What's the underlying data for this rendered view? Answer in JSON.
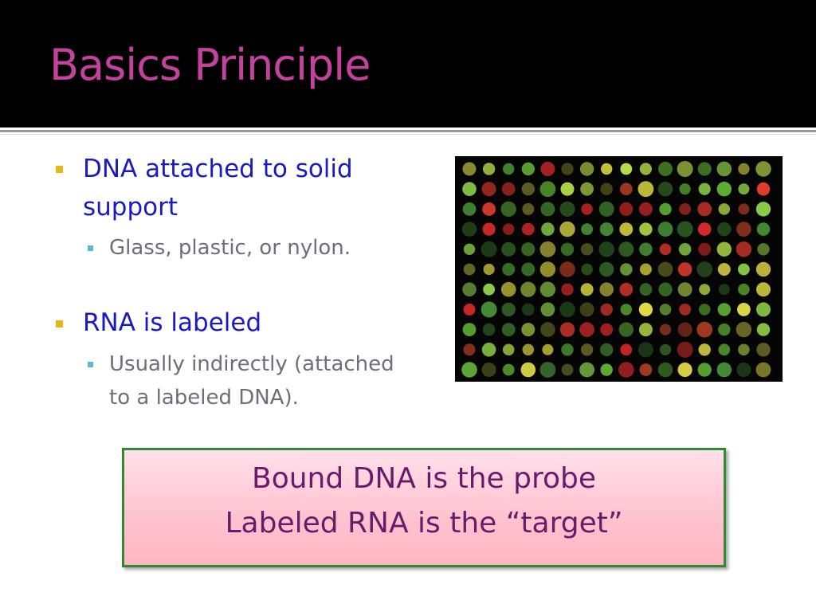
{
  "slide": {
    "title": "Basics Principle"
  },
  "bullets": [
    {
      "text_line1": "DNA attached to solid",
      "text_line2": "support",
      "sub": {
        "text": "Glass, plastic, or nylon."
      }
    },
    {
      "text_line1": "RNA is labeled",
      "sub": {
        "text_line1": "Usually indirectly (attached",
        "text_line2": "to a labeled DNA)."
      }
    }
  ],
  "callout": {
    "line1": "Bound DNA is the probe",
    "line2": "Labeled RNA is the “target”"
  },
  "colors": {
    "title": "#c4429d",
    "bullet_text": "#1a1ac2",
    "sub_text": "#6e6e7a",
    "bullet_marker": "#e5b715",
    "sub_marker": "#5cb8d6",
    "callout_border": "#2e8b2e",
    "callout_text": "#6a1a6a"
  }
}
